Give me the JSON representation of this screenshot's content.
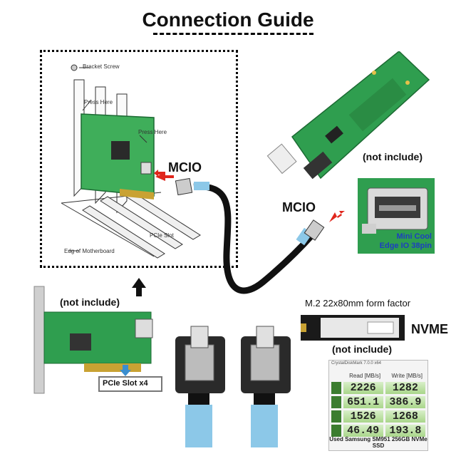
{
  "title": "Connection Guide",
  "diagram_labels": {
    "bracket_screw": "Bracket Screw",
    "press_here_1": "Press Here",
    "press_here_2": "Press Here",
    "pcie_slot": "PCIe Slot",
    "motherboard": "Edg   of Motherboard"
  },
  "mcio_left": "MCIO",
  "mcio_right": "MCIO",
  "not_include_top": "(not include)",
  "not_include_left": "(not include)",
  "not_include_nvme": "(not include)",
  "connector_caption": [
    "Mini Cool",
    "Edge IO 38pin"
  ],
  "pcie_slot_x4": "PCIe Slot x4",
  "m2_form_factor": "M.2 22x80mm form factor",
  "nvme": "NVME",
  "benchmark": {
    "app_title": "CrystalDiskMark 7.0.0 x64",
    "read_header": "Read [MB/s]",
    "write_header": "Write [MB/s]",
    "rows": [
      {
        "read": "2226",
        "write": "1282"
      },
      {
        "read": "651.1",
        "write": "386.9"
      },
      {
        "read": "1526",
        "write": "1268"
      },
      {
        "read": "46.49",
        "write": "193.8"
      }
    ],
    "footer": "Used Samsung SM951 256GB NVMe SSD"
  },
  "colors": {
    "pcb_green": "#2f9e4f",
    "arrow_red": "#e0261c",
    "cable_black": "#111111",
    "strain_relief_blue": "#8cc8e8",
    "caption_blue": "#1d3fbf"
  }
}
